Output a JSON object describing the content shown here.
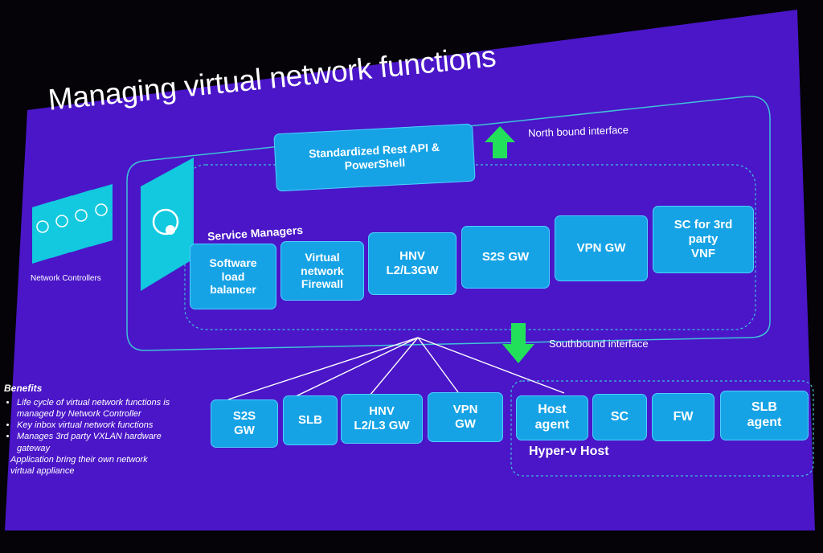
{
  "slide": {
    "title": "Managing virtual network functions",
    "north_label": "North bound interface",
    "south_label": "Southbound interface",
    "api_box": "Standardized Rest API &\nPowerShell",
    "service_managers_label": "Service Managers",
    "service_managers": [
      "Software\nload\nbalancer",
      "Virtual\nnetwork\nFirewall",
      "HNV\nL2/L3GW",
      "S2S GW",
      "VPN GW",
      "SC for 3rd\nparty\nVNF"
    ],
    "network_controllers_label": "Network Controllers",
    "bottom_boxes": [
      "S2S\nGW",
      "SLB",
      "HNV\nL2/L3 GW",
      "VPN\nGW"
    ],
    "host_boxes": [
      "Host\nagent",
      "SC",
      "FW",
      "SLB\nagent"
    ],
    "hyperv_label": "Hyper-v Host",
    "benefits_title": "Benefits",
    "benefits_items": [
      "Life cycle of virtual network functions is managed by Network Controller",
      "Key inbox virtual network functions",
      "Manages 3rd party VXLAN hardware gateway"
    ],
    "benefits_extra": "Application bring their own network virtual appliance"
  },
  "colors": {
    "slide_bg": "#4a16c8",
    "box_fill": "#16a3e6",
    "arrow_green": "#22e05a",
    "outline": "#3fc2d8"
  },
  "icons": [
    "globe-gear-icon",
    "arrow-up-icon",
    "arrow-down-icon"
  ]
}
